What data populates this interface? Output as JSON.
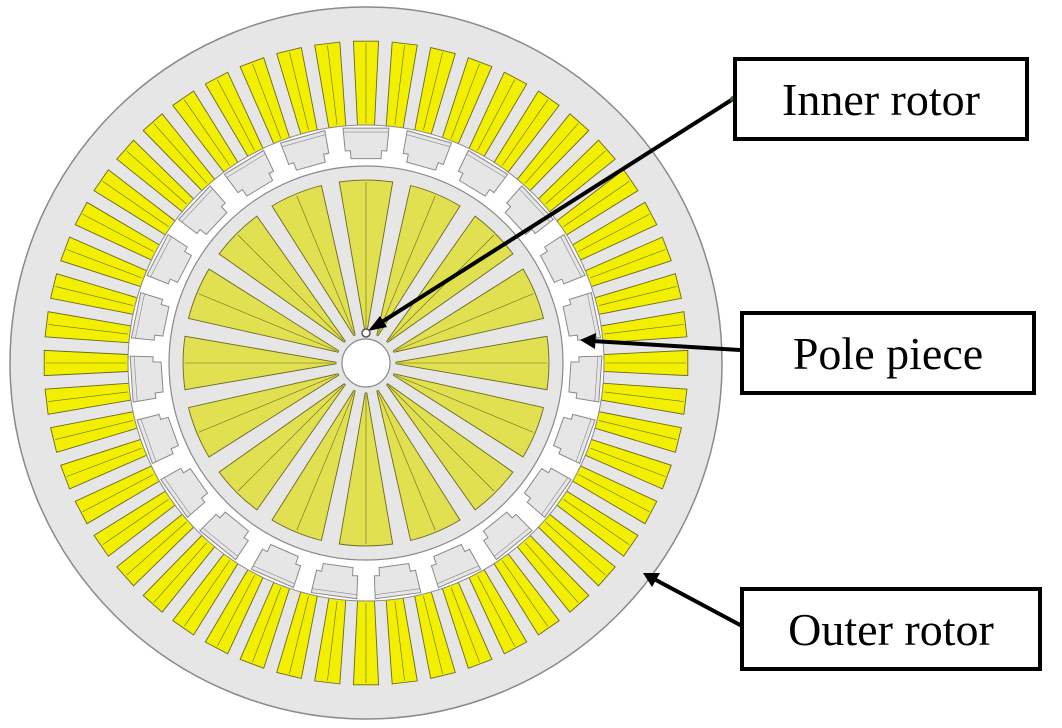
{
  "labels": {
    "inner_rotor": "Inner rotor",
    "pole_piece": "Pole piece",
    "outer_rotor": "Outer rotor"
  },
  "machine": {
    "outer_rotor_magnet_count": 52,
    "pole_piece_count": 23,
    "inner_rotor_magnet_count": 16
  },
  "colors": {
    "iron": "#e6e6e6",
    "iron_stroke": "#8a8a8a",
    "outer_magnet": "#f2f000",
    "inner_magnet": "#e0e050",
    "magnet_stroke": "#6a6a20",
    "background": "#ffffff",
    "arrow": "#000000"
  }
}
